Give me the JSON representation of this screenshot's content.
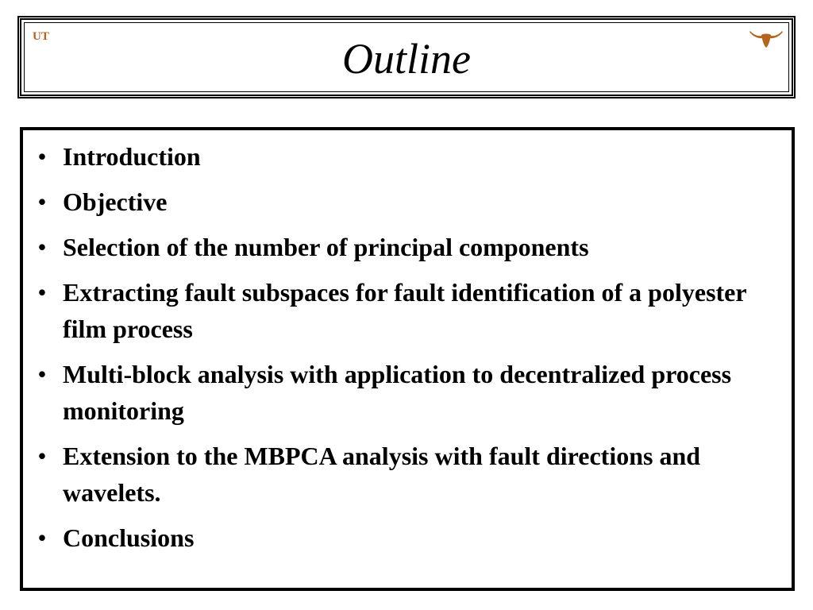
{
  "slide": {
    "title": "Outline",
    "logo_left": "UT",
    "logo_right_icon": "longhorn-icon",
    "brand_color": "#b5651d",
    "bullet_symbol": "•",
    "bullets": [
      "Introduction",
      "Objective",
      "Selection of the number of principal components",
      "Extracting fault subspaces for fault identification of a polyester film process",
      "Multi-block analysis with application to decentralized process monitoring",
      "Extension to the MBPCA analysis with fault directions and wavelets.",
      "Conclusions"
    ]
  }
}
